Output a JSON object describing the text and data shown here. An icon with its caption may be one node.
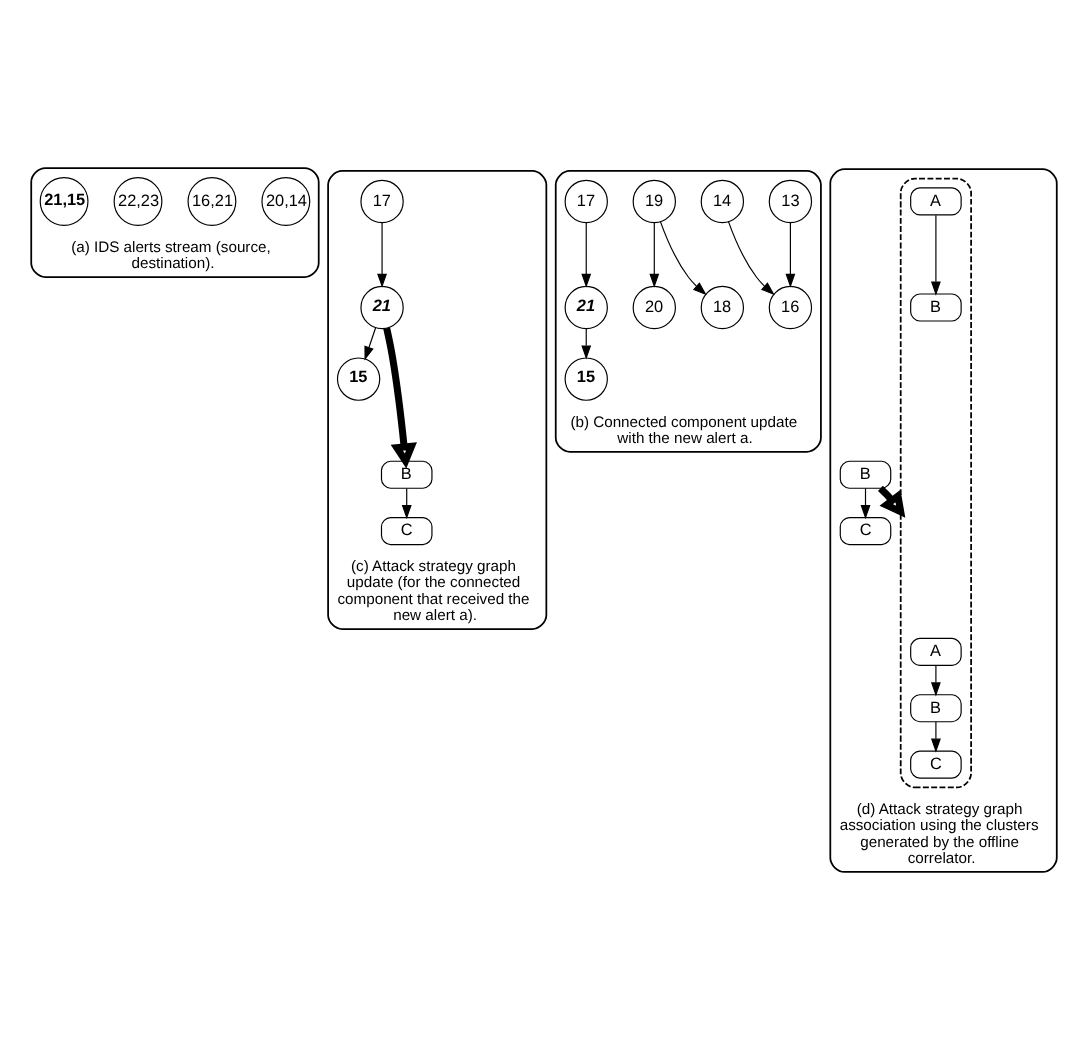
{
  "diagram": {
    "nodes": [
      {
        "text": [
          "(a) IDS alerts stream (source, destination)."
        ]
      },
      {
        "text": [
          "20,14"
        ],
        "in": 0
      },
      {
        "text": [
          "16,21"
        ],
        "in": 0
      },
      {
        "text": [
          "22,23"
        ],
        "in": 0
      },
      {
        "text": [
          "21,15"
        ],
        "in": 0
      },
      {
        "text": [
          "(b) Connected component update with the new alert a."
        ]
      },
      {
        "text": [
          "13"
        ],
        "in": 5
      },
      {
        "text": [
          "14"
        ],
        "in": 5
      },
      {
        "text": [
          "20"
        ],
        "in": 5
      },
      {
        "text": [
          "16"
        ],
        "in": 5
      },
      {
        "text": [
          "19"
        ],
        "in": 5
      },
      {
        "text": [
          "15"
        ],
        "in": 5
      },
      {
        "text": [
          "21"
        ],
        "in": 5
      },
      {
        "text": [
          "17"
        ],
        "in": 5
      },
      {
        "text": [
          "18"
        ],
        "in": 5
      },
      {
        "text": [
          "(c) Attack strategy graph update (for the connected component that received the new alert a)."
        ]
      },
      {
        "text": [
          "15"
        ],
        "in": 15
      },
      {
        "text": [
          "21"
        ],
        "in": 15
      },
      {
        "text": [
          "17"
        ],
        "in": 15
      },
      {
        "text": [
          "B"
        ],
        "in": 15
      },
      {
        "text": [
          "C"
        ],
        "in": 15
      },
      {
        "text": [
          "(d) Attack strategy graph association using the clusters generated by the offline correlator."
        ]
      },
      {
        "text": [
          "B"
        ],
        "in": 21
      },
      {
        "text": [
          "C"
        ],
        "in": 21
      },
      {
        "text": [],
        "shape": "ellipse",
        "in": 21
      },
      {
        "text": [
          "A"
        ],
        "in": 24
      },
      {
        "text": [
          "B"
        ],
        "in": 24
      },
      {
        "text": [
          "C"
        ],
        "in": 24
      },
      {
        "text": [
          "A"
        ],
        "in": 24
      },
      {
        "text": [
          "B"
        ],
        "in": 24
      }
    ],
    "edges": [
      {
        "from": 6,
        "to": 9,
        "arrow": "to"
      },
      {
        "from": 7,
        "to": 9,
        "arrow": "to"
      },
      {
        "from": 10,
        "to": 8,
        "arrow": "to"
      },
      {
        "from": 10,
        "to": 14,
        "arrow": "to"
      },
      {
        "from": 12,
        "to": 11,
        "arrow": "to"
      },
      {
        "from": 13,
        "to": 12,
        "arrow": "to"
      },
      {
        "from": 18,
        "to": 17,
        "arrow": "to"
      },
      {
        "from": 17,
        "to": 16,
        "arrow": "to"
      },
      {
        "from": 17,
        "to": 19,
        "arrow": "to",
        "style": "thick"
      },
      {
        "from": 19,
        "to": 20,
        "arrow": "to"
      },
      {
        "from": 22,
        "to": 23,
        "arrow": "to"
      },
      {
        "from": 22,
        "to": 24,
        "arrow": "to",
        "style": "thick"
      },
      {
        "from": 25,
        "to": 26,
        "arrow": "to"
      },
      {
        "from": 26,
        "to": 27,
        "arrow": "to"
      },
      {
        "from": 28,
        "to": 29,
        "arrow": "to"
      }
    ]
  }
}
